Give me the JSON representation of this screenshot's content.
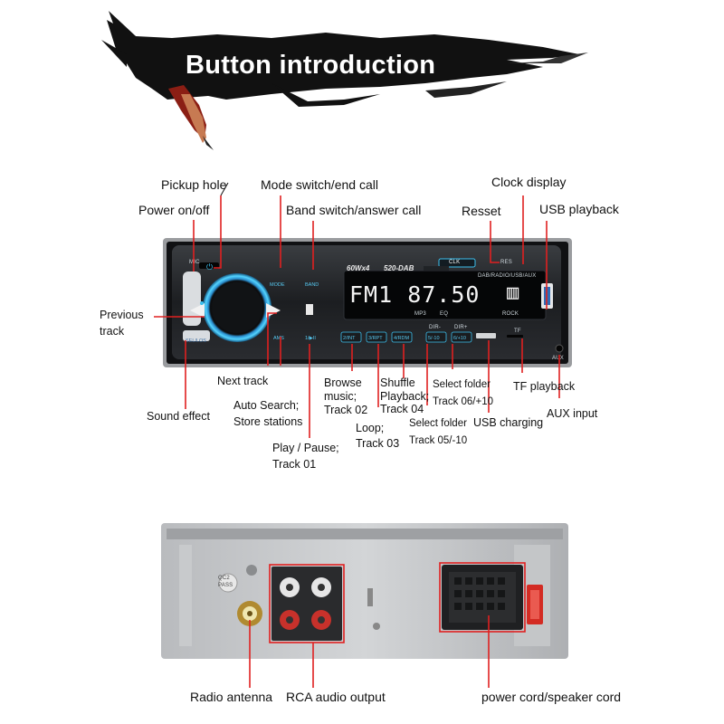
{
  "header": {
    "title": "Button introduction"
  },
  "front_panel": {
    "model_power": "60Wx4",
    "model_name": "520-DAB",
    "sources": "DAB/RADIO/USB/AUX",
    "lcd_reading": "FM1 87.50",
    "lcd_mp3": "MP3",
    "lcd_eq": "EQ",
    "lcd_rock": "ROCK",
    "mic": "MIC",
    "res": "RES",
    "clk": "CLK",
    "mode": "MODE",
    "band": "BAND",
    "ams": "AMS",
    "play": "1/▶II",
    "sel_los": "SEL/LOS",
    "key_2": "2/INT",
    "key_3": "3/RPT",
    "key_4": "4/RDM",
    "key_5": "5/-10",
    "key_6": "6/+10",
    "dir_minus": "DIR-",
    "dir_plus": "DIR+",
    "tf": "TF",
    "aux": "AUX"
  },
  "labels": {
    "pickup_hole": "Pickup hole",
    "power": "Power on/off",
    "mode_switch": "Mode switch/end call",
    "band_switch": "Band switch/answer call",
    "clock_display": "Clock display",
    "reset": "Resset",
    "usb_playback": "USB playback",
    "previous_track_1": "Previous",
    "previous_track_2": "track",
    "next_track": "Next track",
    "auto_search_1": "Auto Search;",
    "auto_search_2": "Store stations",
    "sound_effect": "Sound effect",
    "play_pause_1": "Play / Pause;",
    "play_pause_2": "Track 01",
    "browse_1": "Browse",
    "browse_2": "music;",
    "browse_3": "Track 02",
    "loop_1": "Loop;",
    "loop_2": "Track 03",
    "shuffle_1": "Shuffle",
    "shuffle_2": "Playback;",
    "shuffle_3": "Track 04",
    "select_up_1": "Select folder",
    "select_up_2": "Track 06/+10",
    "select_down_1": "Select folder",
    "select_down_2": "Track 05/-10",
    "usb_charging": "USB charging",
    "tf_playback": "TF playback",
    "aux_input": "AUX input",
    "radio_antenna": "Radio antenna",
    "rca_output": "RCA audio output",
    "power_cord": "power cord/speaker cord"
  },
  "back_panel": {
    "qc_1": "QC2",
    "qc_2": "PASS"
  },
  "colors": {
    "accent_blue": "#3cc0ee",
    "callout_red": "#e02020",
    "brush": "#111111"
  }
}
